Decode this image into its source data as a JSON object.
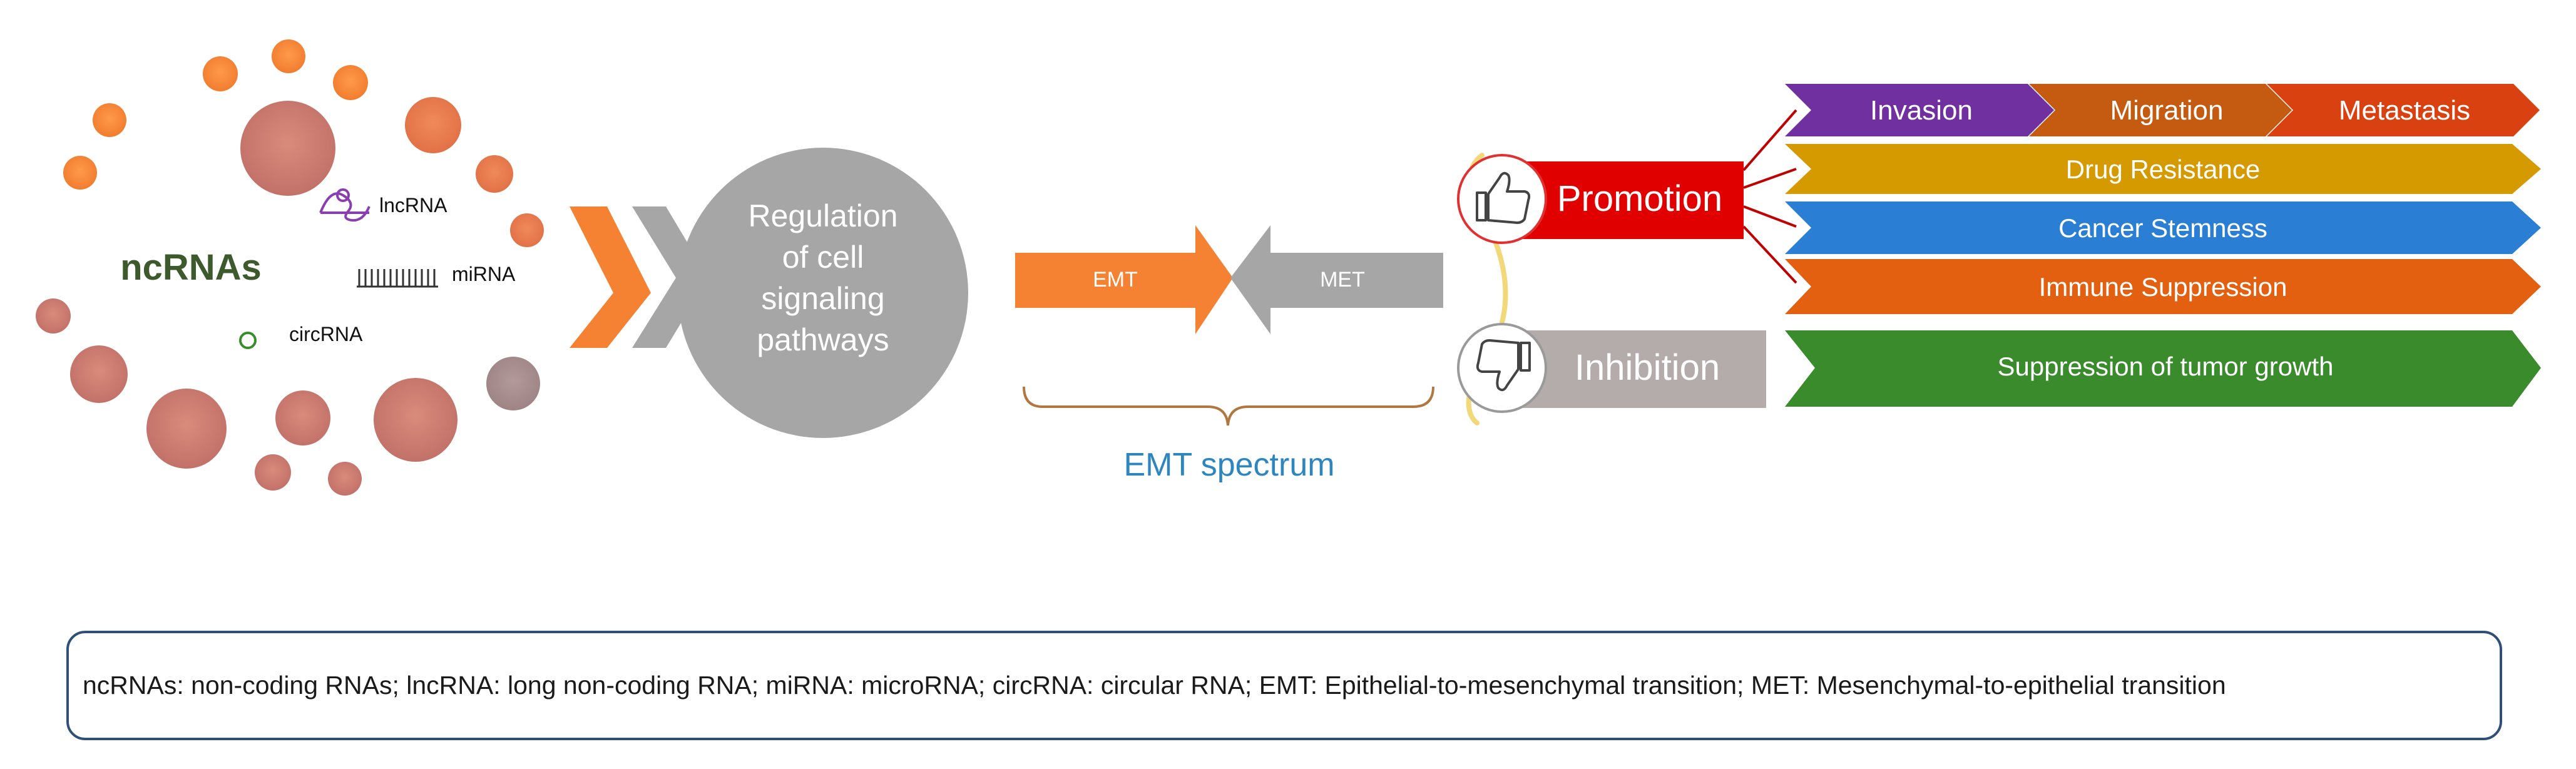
{
  "ncrnas": {
    "title": "ncRNAs",
    "lncrna": "lncRNA",
    "mirna": "miRNA",
    "circrna": "circRNA"
  },
  "regulation": {
    "line1": "Regulation",
    "line2": "of cell",
    "line3": "signaling",
    "line4": "pathways"
  },
  "emt": {
    "emt_label": "EMT",
    "met_label": "MET",
    "spectrum": "EMT spectrum"
  },
  "promotion": {
    "label": "Promotion",
    "outcomes": {
      "invasion": "Invasion",
      "migration": "Migration",
      "metastasis": "Metastasis",
      "drug_resistance": "Drug Resistance",
      "cancer_stemness": "Cancer Stemness",
      "immune_suppression": "Immune Suppression"
    }
  },
  "inhibition": {
    "label": "Inhibition",
    "outcome": "Suppression of tumor growth"
  },
  "footnote": "ncRNAs: non-coding RNAs; lncRNA: long non-coding RNA;  miRNA: microRNA; circRNA: circular RNA; EMT:  Epithelial-to-mesenchymal transition; MET: Mesenchymal-to-epithelial transition",
  "colors": {
    "orange": "#f58232",
    "rose": "#c97a72",
    "gray": "#a6a6a6",
    "red": "#e00000",
    "purple": "#7030a0",
    "brown_orange": "#c55a11",
    "deep_orange": "#d94210",
    "gold": "#d49a00",
    "blue": "#2a7fd4",
    "orange2": "#e2600f",
    "green": "#3a8b2c",
    "accent_blue": "#2e86c1",
    "dark_green": "#3c5a2b"
  }
}
